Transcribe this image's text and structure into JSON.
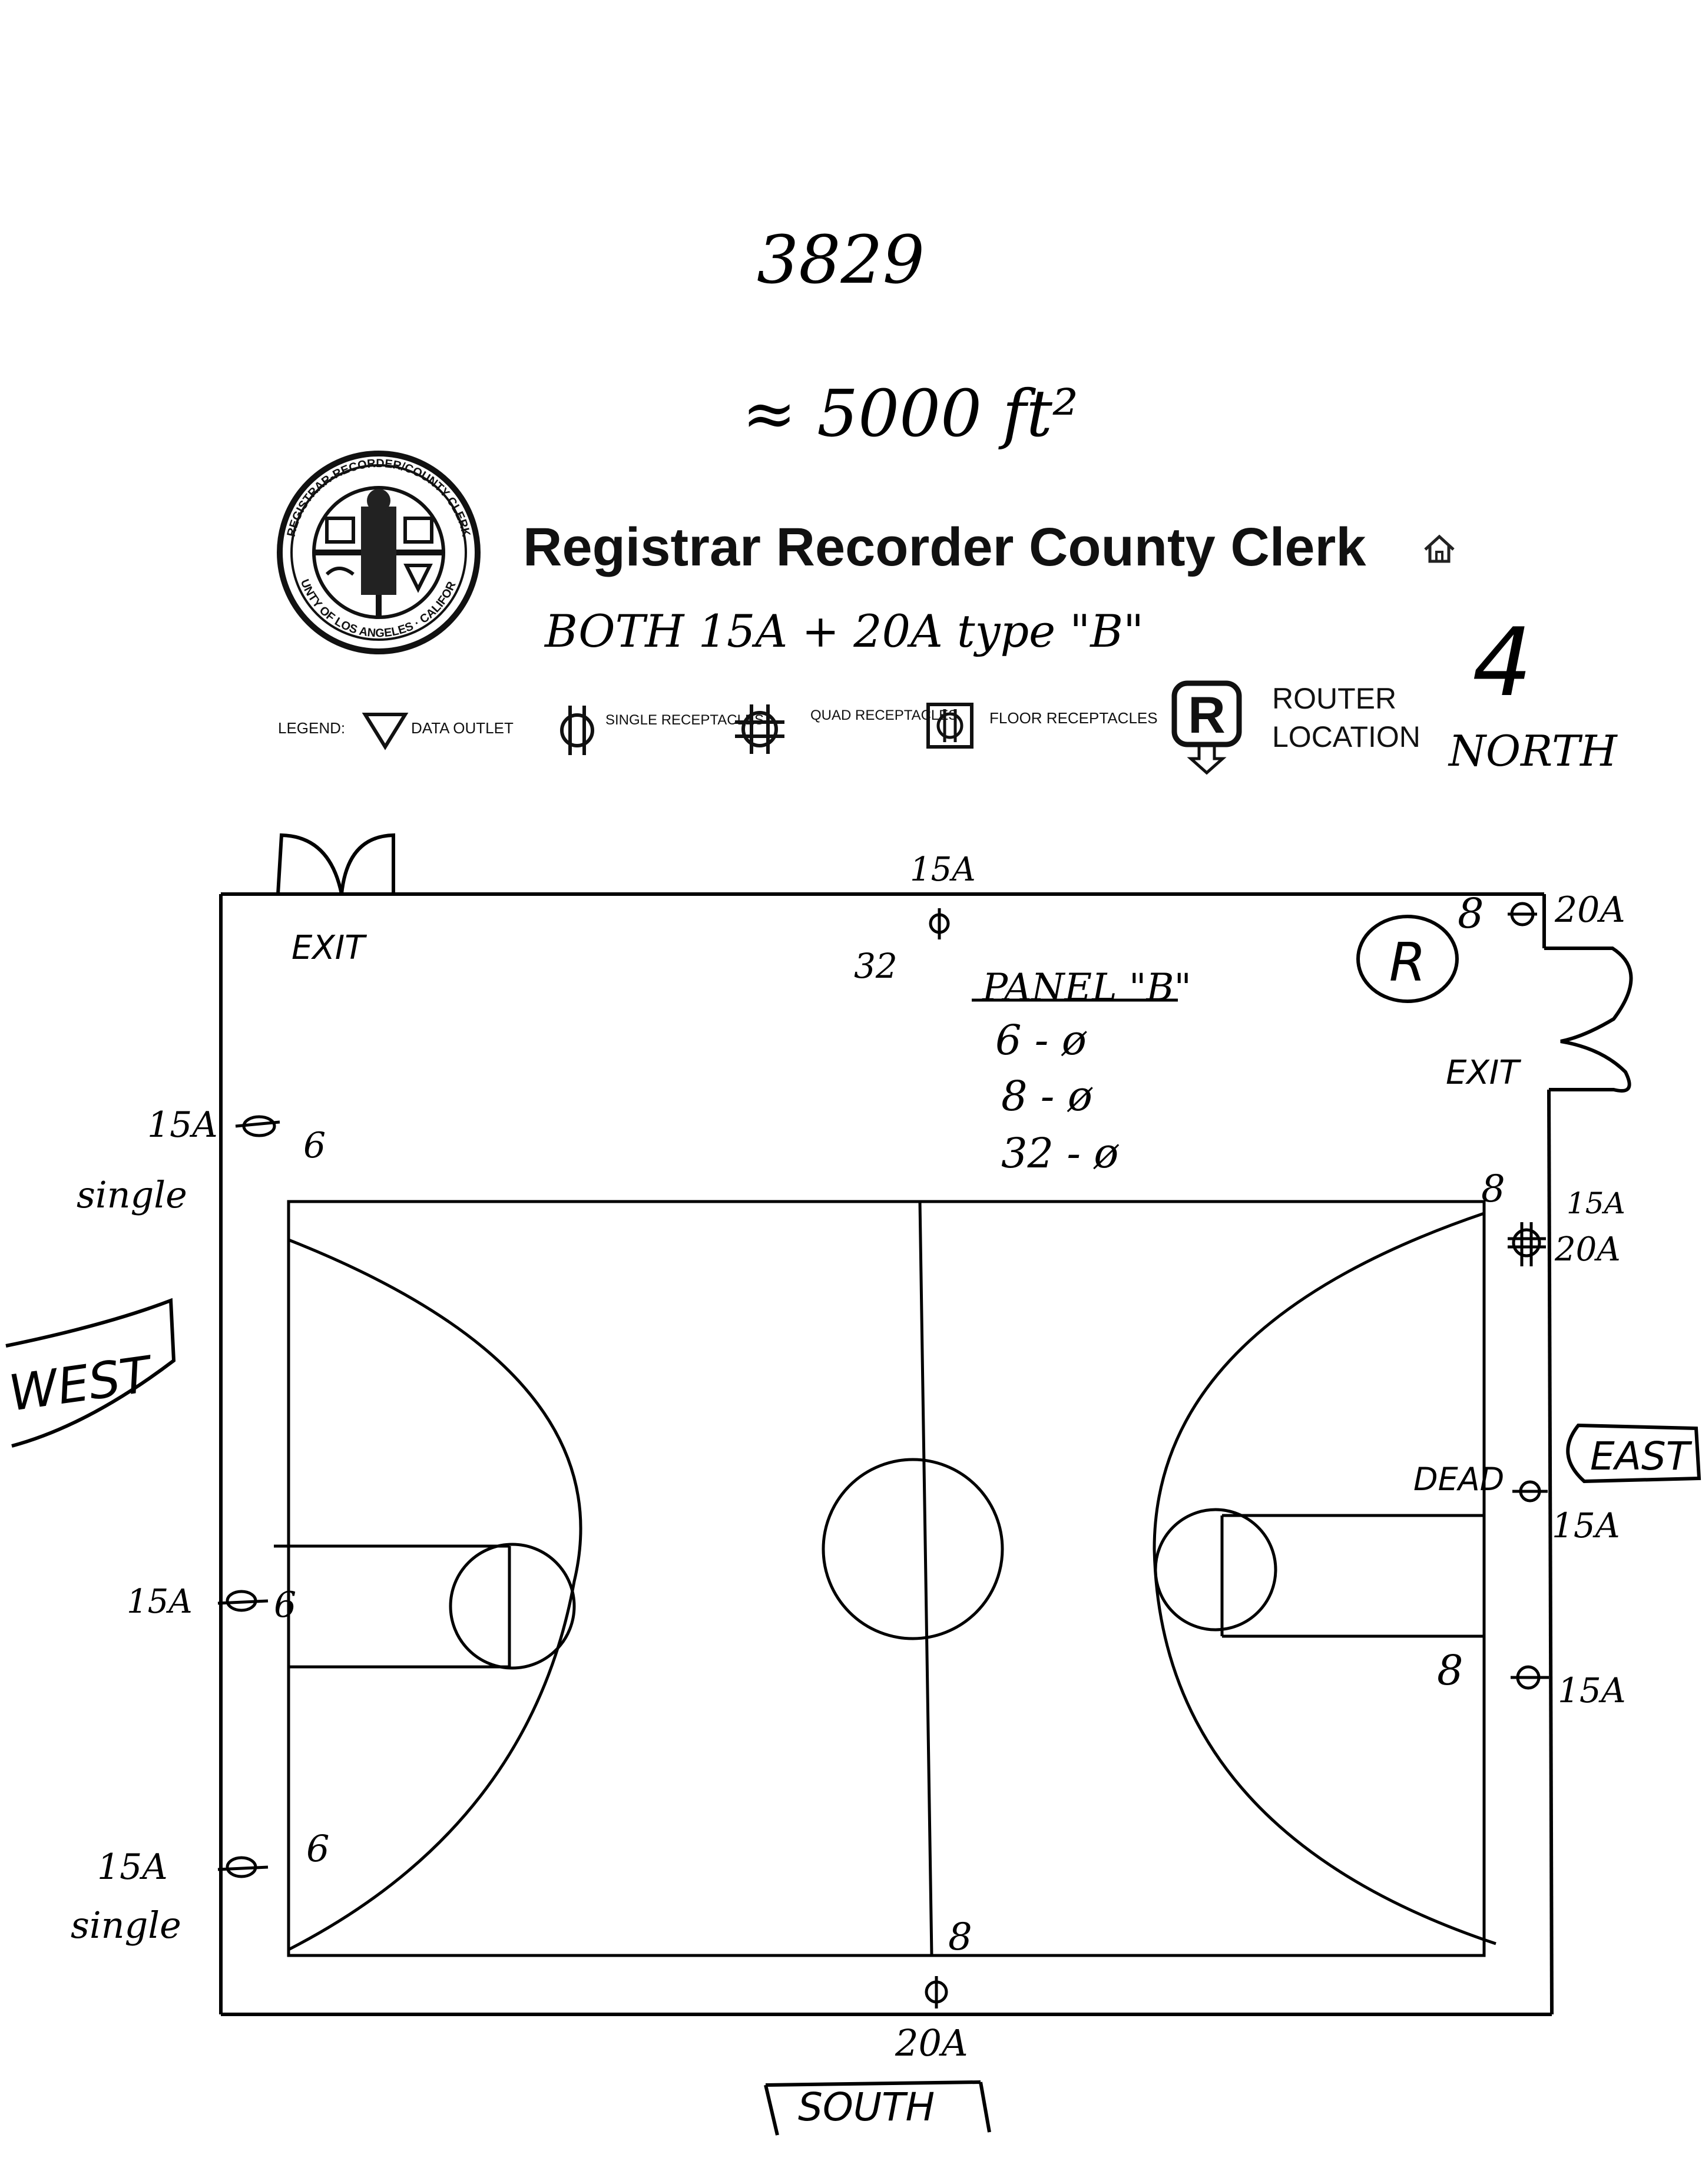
{
  "header": {
    "number": "3829",
    "area": "≈ 5000 ft²",
    "agency_title": "Registrar Recorder County Clerk",
    "note": "BOTH 15A + 20A type \"B\"",
    "seal_text_top": "REGISTRAR-RECORDER/COUNTY CLERK",
    "seal_text_bottom": "COUNTY OF LOS ANGELES · CALIFORNIA"
  },
  "legend": {
    "label": "LEGEND:",
    "items": [
      {
        "icon": "data-outlet-icon",
        "label": "DATA OUTLET"
      },
      {
        "icon": "single-receptacle-icon",
        "label": "SINGLE RECEPTACLES"
      },
      {
        "icon": "quad-receptacle-icon",
        "label": "QUAD RECEPTACLES"
      },
      {
        "icon": "floor-receptacle-icon",
        "label": "FLOOR RECEPTACLES"
      }
    ],
    "router_symbol": "R",
    "router_label_1": "ROUTER",
    "router_label_2": "LOCATION"
  },
  "compass": {
    "north_symbol": "4",
    "north": "NORTH",
    "west": "WEST",
    "east": "EAST",
    "south": "SOUTH"
  },
  "plan": {
    "exit_nw": "EXIT",
    "exit_ne": "EXIT",
    "router_marker": "R",
    "panel": {
      "title": "PANEL \"B\"",
      "lines": [
        "6 - ø",
        "8 - ø",
        "32 - ø"
      ]
    },
    "annotations": {
      "top_amp": "15A",
      "top_circuit": "32",
      "ne_circuit": "8",
      "ne_amp": "20A",
      "west_upper_amp": "15A",
      "west_upper_type": "single",
      "west_upper_circuit": "6",
      "west_mid_amp": "15A",
      "west_mid_circuit": "6",
      "west_lower_amp": "15A",
      "west_lower_type": "single",
      "west_lower_circuit": "6",
      "east_upper_circuit": "8",
      "east_upper_amp_1": "15A",
      "east_upper_amp_2": "20A",
      "east_dead": "DEAD",
      "east_mid_amp": "15A",
      "east_lower_circuit": "8",
      "east_lower_amp": "15A",
      "south_circuit": "8",
      "south_amp": "20A"
    }
  }
}
